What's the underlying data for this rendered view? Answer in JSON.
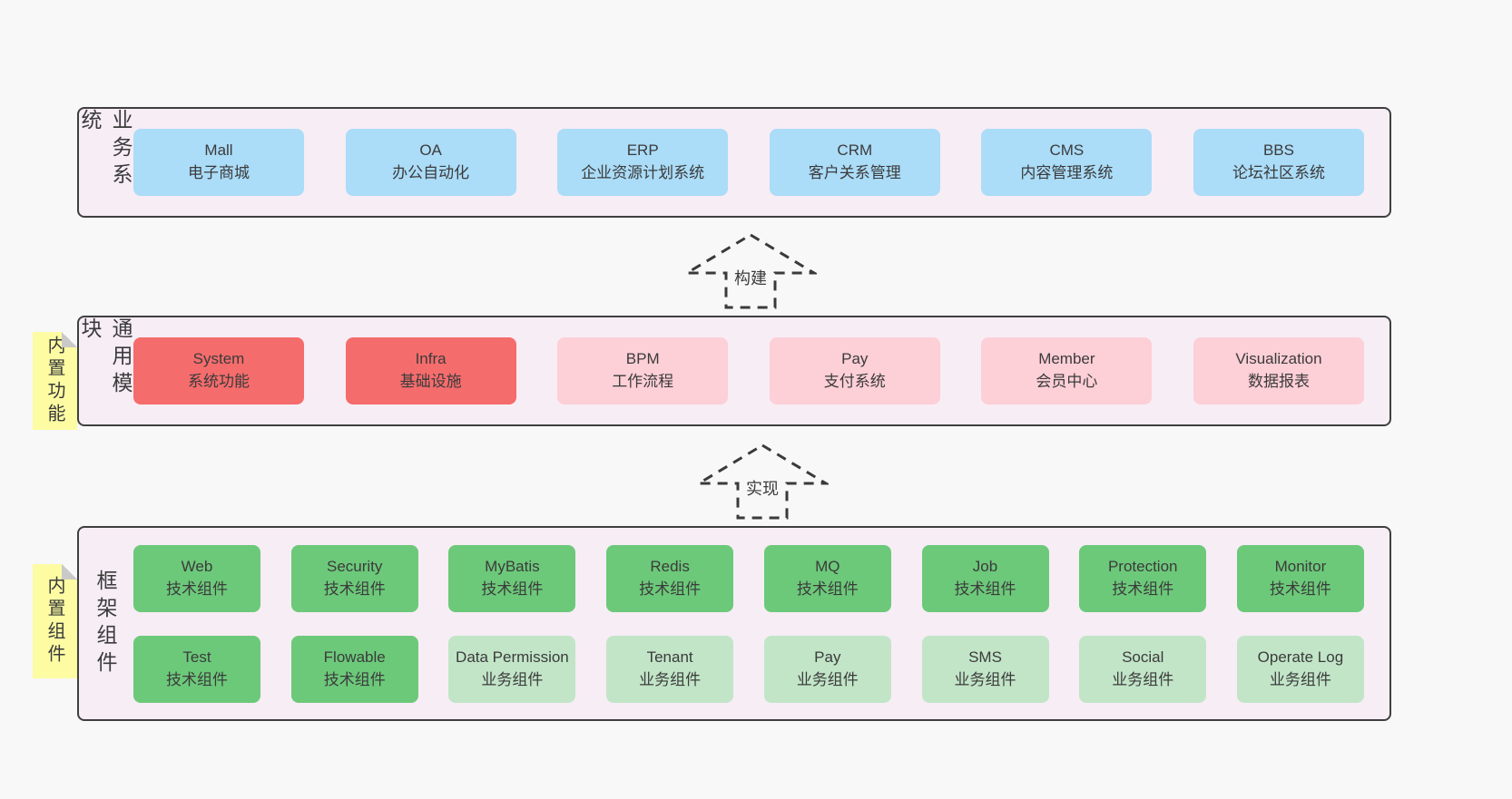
{
  "colors": {
    "page_bg": "#f8f8f8",
    "panel_bg": "#f7edf5",
    "panel_border": "#3f3f3f",
    "box_blue": "#abdcf8",
    "box_red": "#f56c6c",
    "box_pink": "#fdcfd7",
    "box_green": "#6cc97a",
    "box_light_green": "#c2e5c8",
    "note_yellow": "#fdfca3",
    "text": "#3b3b3b"
  },
  "arrows": {
    "build_label": "构建",
    "implement_label": "实现"
  },
  "panels": {
    "business": {
      "side_label": "业务系统",
      "boxes": [
        {
          "title": "Mall",
          "subtitle": "电子商城",
          "variant": "blue"
        },
        {
          "title": "OA",
          "subtitle": "办公自动化",
          "variant": "blue"
        },
        {
          "title": "ERP",
          "subtitle": "企业资源计划系统",
          "variant": "blue"
        },
        {
          "title": "CRM",
          "subtitle": "客户关系管理",
          "variant": "blue"
        },
        {
          "title": "CMS",
          "subtitle": "内容管理系统",
          "variant": "blue"
        },
        {
          "title": "BBS",
          "subtitle": "论坛社区系统",
          "variant": "blue"
        }
      ]
    },
    "modules": {
      "side_label": "通用模块",
      "note_label": "内置功能",
      "boxes": [
        {
          "title": "System",
          "subtitle": "系统功能",
          "variant": "red"
        },
        {
          "title": "Infra",
          "subtitle": "基础设施",
          "variant": "red"
        },
        {
          "title": "BPM",
          "subtitle": "工作流程",
          "variant": "pink"
        },
        {
          "title": "Pay",
          "subtitle": "支付系统",
          "variant": "pink"
        },
        {
          "title": "Member",
          "subtitle": "会员中心",
          "variant": "pink"
        },
        {
          "title": "Visualization",
          "subtitle": "数据报表",
          "variant": "pink"
        }
      ]
    },
    "framework": {
      "side_label": "框架组件",
      "note_label": "内置组件",
      "rows": [
        [
          {
            "title": "Web",
            "subtitle": "技术组件",
            "variant": "green"
          },
          {
            "title": "Security",
            "subtitle": "技术组件",
            "variant": "green"
          },
          {
            "title": "MyBatis",
            "subtitle": "技术组件",
            "variant": "green"
          },
          {
            "title": "Redis",
            "subtitle": "技术组件",
            "variant": "green"
          },
          {
            "title": "MQ",
            "subtitle": "技术组件",
            "variant": "green"
          },
          {
            "title": "Job",
            "subtitle": "技术组件",
            "variant": "green"
          },
          {
            "title": "Protection",
            "subtitle": "技术组件",
            "variant": "green"
          },
          {
            "title": "Monitor",
            "subtitle": "技术组件",
            "variant": "green"
          }
        ],
        [
          {
            "title": "Test",
            "subtitle": "技术组件",
            "variant": "green"
          },
          {
            "title": "Flowable",
            "subtitle": "技术组件",
            "variant": "green"
          },
          {
            "title": "Data Permission",
            "subtitle": "业务组件",
            "variant": "lightgreen"
          },
          {
            "title": "Tenant",
            "subtitle": "业务组件",
            "variant": "lightgreen"
          },
          {
            "title": "Pay",
            "subtitle": "业务组件",
            "variant": "lightgreen"
          },
          {
            "title": "SMS",
            "subtitle": "业务组件",
            "variant": "lightgreen"
          },
          {
            "title": "Social",
            "subtitle": "业务组件",
            "variant": "lightgreen"
          },
          {
            "title": "Operate Log",
            "subtitle": "业务组件",
            "variant": "lightgreen"
          }
        ]
      ]
    }
  }
}
